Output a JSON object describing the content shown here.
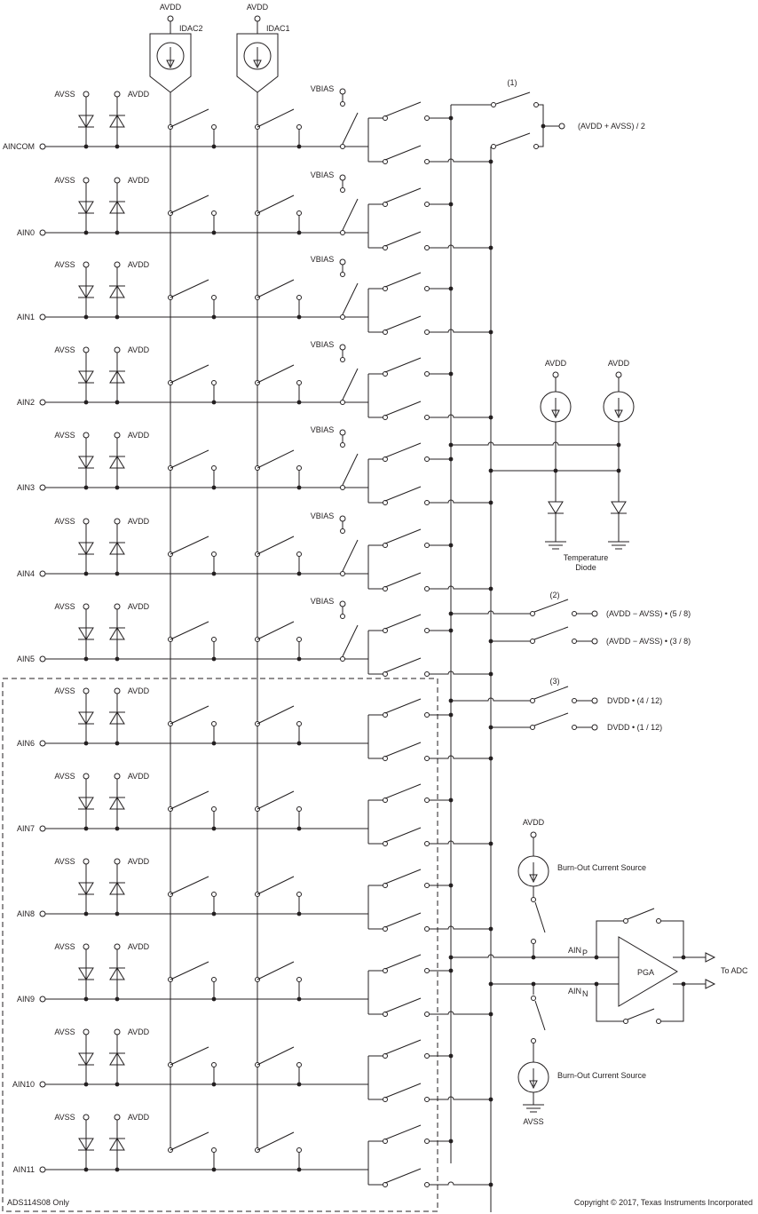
{
  "title": "",
  "channels": [
    "AINCOM",
    "AIN0",
    "AIN1",
    "AIN2",
    "AIN3",
    "AIN4",
    "AIN5",
    "AIN6",
    "AIN7",
    "AIN8",
    "AIN9",
    "AIN10",
    "AIN11"
  ],
  "labels": {
    "avss": "AVSS",
    "avdd": "AVDD",
    "vbias": "VBIAS",
    "idac2": "IDAC2",
    "idac1": "IDAC1",
    "note1": "(1)",
    "note2": "(2)",
    "note3": "(3)",
    "mid_supply": "(AVDD + AVSS) / 2",
    "ref_5_8": "(AVDD − AVSS) • (5 / 8)",
    "ref_3_8": "(AVDD − AVSS) • (3 / 8)",
    "dvdd_4_12": "DVDD • (4 / 12)",
    "dvdd_1_12": "DVDD • (1 / 12)",
    "temp_diode_line1": "Temperature",
    "temp_diode_line2": "Diode",
    "burnout_top": "Burn-Out Current Source",
    "burnout_bottom": "Burn-Out Current Source",
    "ainp": "AIN",
    "ainp_sub": "P",
    "ainn": "AIN",
    "ainn_sub": "N",
    "pga": "PGA",
    "to_adc": "To ADC",
    "only_note": "ADS114S08 Only",
    "copyright": "Copyright © 2017, Texas Instruments Incorporated"
  }
}
